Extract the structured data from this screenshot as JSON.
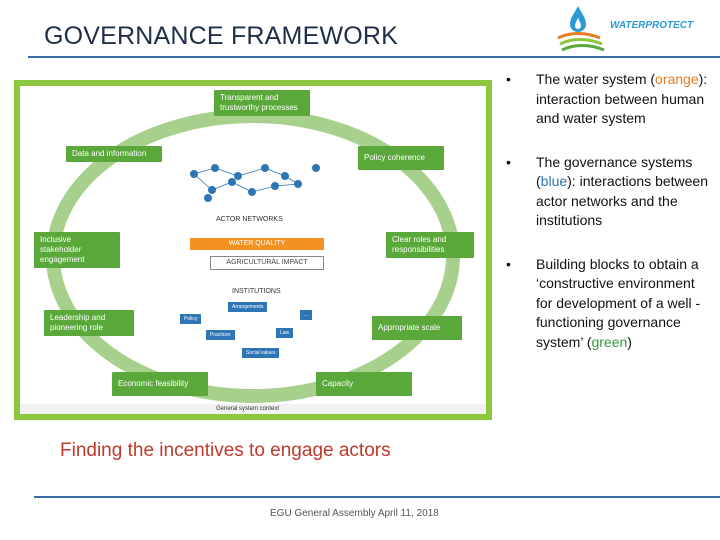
{
  "header": {
    "title": "GOVERNANCE FRAMEWORK",
    "logo_text": "WATERPROTECT"
  },
  "diagram": {
    "boxes": {
      "transparent": "Transparent and trustworthy processes",
      "data": "Data and information",
      "policy_coherence": "Policy coherence",
      "inclusive": "Inclusive stakeholder engagement",
      "clear_roles": "Clear roles and responsibilities",
      "leadership": "Leadership and pioneering role",
      "appropriate_scale": "Appropriate scale",
      "economic": "Economic feasibility",
      "capacity": "Capacity"
    },
    "actor_networks": "ACTOR NETWORKS",
    "water_quality": "WATER QUALITY",
    "agricultural_impact": "AGRICULTURAL IMPACT",
    "institutions": "INSTITUTIONS",
    "inst_items": {
      "arrangements": "Arrangements",
      "policy": "Policy",
      "practices": "Practices",
      "law": "Law",
      "social_values": "Social values",
      "dots": "..."
    },
    "context": "General system context"
  },
  "finding": "Finding the incentives to engage actors",
  "footer": "EGU General Assembly April 11, 2018",
  "bullets": {
    "b1_pre": "The water system (",
    "b1_color": "orange",
    "b1_post": "): interaction between human and water system",
    "b2_pre": "The governance systems (",
    "b2_color": "blue",
    "b2_post": "): interactions between actor networks and the institutions",
    "b3_pre": "Building blocks to obtain a ‘constructive environment for development of a well -functioning governance system’ (",
    "b3_color": "green",
    "b3_post": ")",
    "marker": "•"
  }
}
